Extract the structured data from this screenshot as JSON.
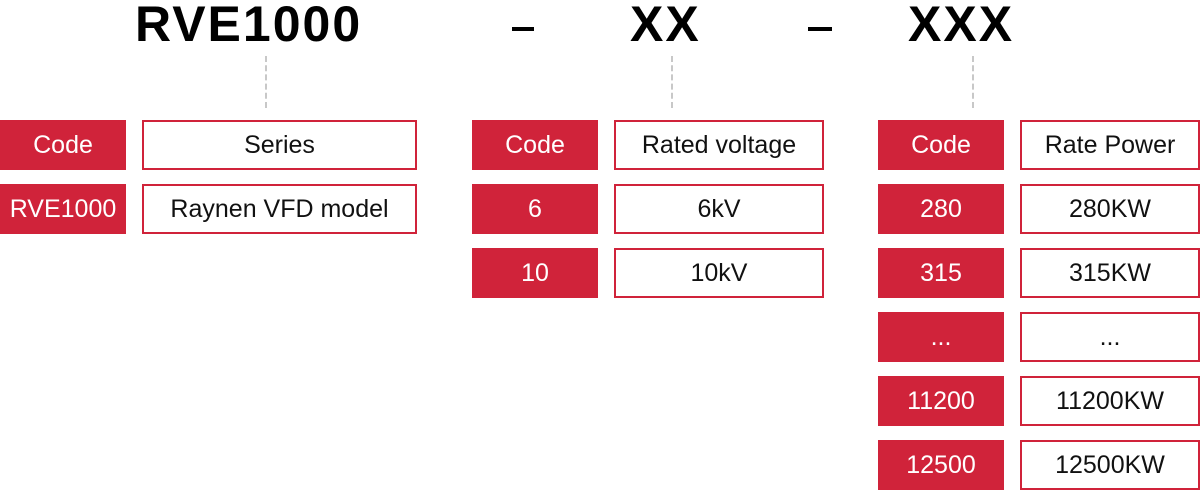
{
  "header": {
    "series": "RVE1000",
    "voltage": "XX",
    "power": "XXX"
  },
  "series_table": {
    "code_header": "Code",
    "desc_header": "Series",
    "rows": [
      {
        "code": "RVE1000",
        "desc": "Raynen VFD model"
      }
    ]
  },
  "voltage_table": {
    "code_header": "Code",
    "desc_header": "Rated voltage",
    "rows": [
      {
        "code": "6",
        "desc": "6kV"
      },
      {
        "code": "10",
        "desc": "10kV"
      }
    ]
  },
  "power_table": {
    "code_header": "Code",
    "desc_header": "Rate Power",
    "rows": [
      {
        "code": "280",
        "desc": "280KW"
      },
      {
        "code": "315",
        "desc": "315KW"
      },
      {
        "code": "...",
        "desc": "..."
      },
      {
        "code": "11200",
        "desc": "11200KW"
      },
      {
        "code": "12500",
        "desc": "12500KW"
      }
    ]
  },
  "colors": {
    "accent": "#d0233a",
    "text": "#111111",
    "connector": "#c8c8c8"
  }
}
